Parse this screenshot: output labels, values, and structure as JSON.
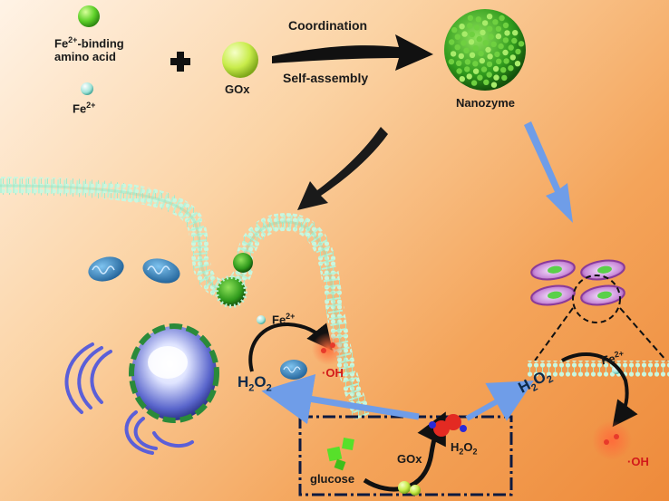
{
  "legend": {
    "amino_acid_line1": "Fe",
    "amino_acid_sup": "2+",
    "amino_acid_line1_rest": "-binding",
    "amino_acid_line2": "amino acid",
    "fe_ion": "Fe",
    "fe_ion_sup": "2+",
    "gox": "GOx"
  },
  "process": {
    "step1": "Coordination",
    "step2": "Self-assembly",
    "product": "Nanozyme"
  },
  "cell_side": {
    "fe_ion": "Fe",
    "fe_ion_sup": "2+",
    "h2o2": "H",
    "h2o2_sub1": "2",
    "h2o2_mid": "O",
    "h2o2_sub2": "2",
    "hydroxyl": "·OH"
  },
  "bacteria_side": {
    "fe_ion": "Fe",
    "fe_ion_sup": "2+",
    "h2o2": "H",
    "h2o2_sub1": "2",
    "h2o2_mid": "O",
    "h2o2_sub2": "2",
    "hydroxyl": "·OH"
  },
  "box": {
    "glucose": "glucose",
    "gox": "GOx",
    "h2o2": "H",
    "h2o2_sub1": "2",
    "h2o2_mid": "O",
    "h2o2_sub2": "2"
  },
  "colors": {
    "lipid_head": "#b9f2d6",
    "black_arrow": "#1a1a1a",
    "blue_arrow": "#6f9de8",
    "radical": "#e83a2a",
    "nucleus": "#7f86e0"
  },
  "icons": [
    "amino-acid-sphere-icon",
    "fe-ion-sphere-icon",
    "gox-sphere-icon",
    "plus-icon",
    "nanozyme-icon",
    "mitochondrion-icon",
    "nucleus-icon",
    "bacterium-icon",
    "glucose-icon"
  ]
}
